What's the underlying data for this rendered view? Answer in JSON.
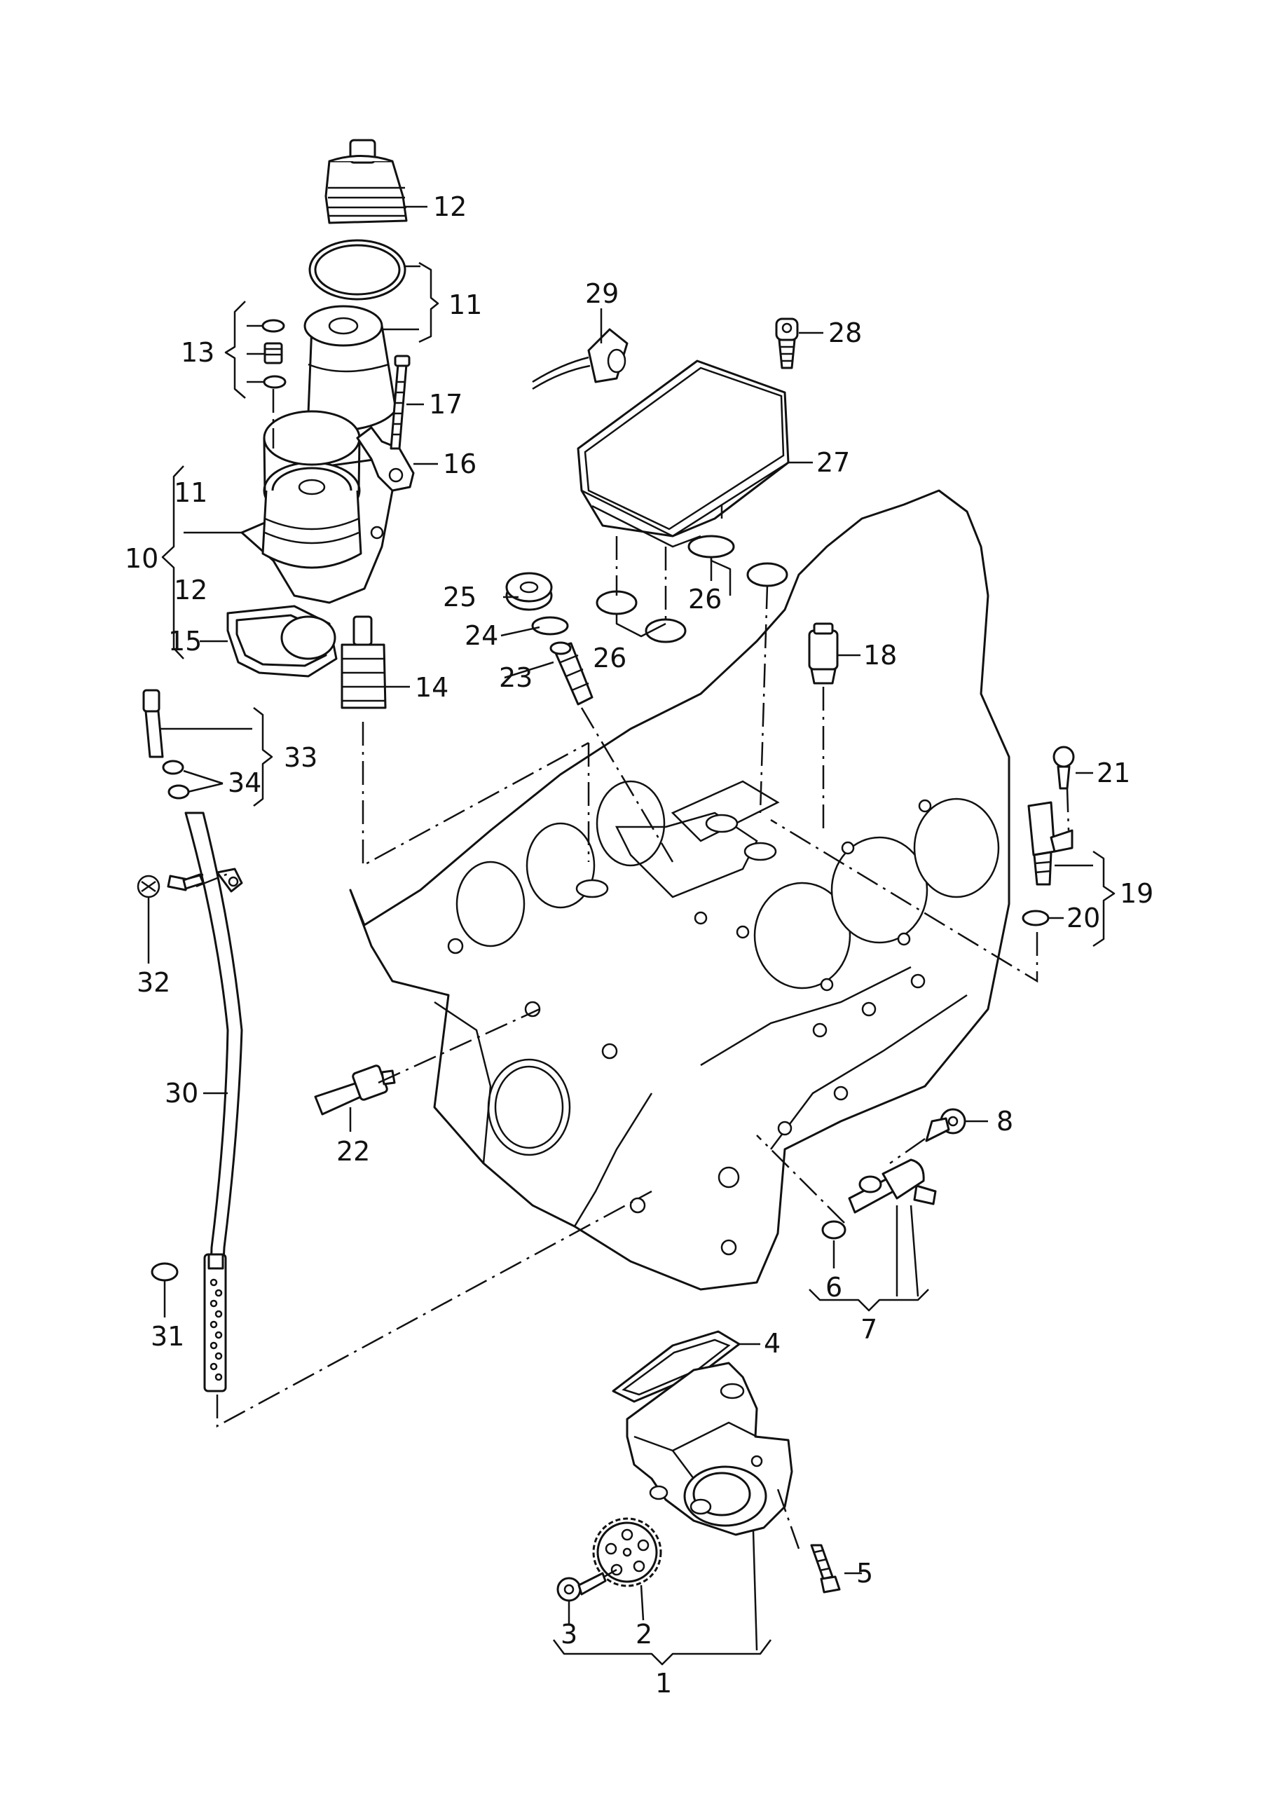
{
  "labels": {
    "l1": "1",
    "l2": "2",
    "l3": "3",
    "l4": "4",
    "l5": "5",
    "l6": "6",
    "l7": "7",
    "l8": "8",
    "l10": "10",
    "l11a": "11",
    "l11b": "11",
    "l12a": "12",
    "l12b": "12",
    "l13": "13",
    "l14": "14",
    "l15": "15",
    "l16": "16",
    "l17": "17",
    "l18": "18",
    "l19": "19",
    "l20": "20",
    "l21": "21",
    "l22": "22",
    "l23": "23",
    "l24": "24",
    "l25": "25",
    "l26a": "26",
    "l26b": "26",
    "l27": "27",
    "l28": "28",
    "l29": "29",
    "l30": "30",
    "l31": "31",
    "l32": "32",
    "l33": "33",
    "l34": "34"
  }
}
